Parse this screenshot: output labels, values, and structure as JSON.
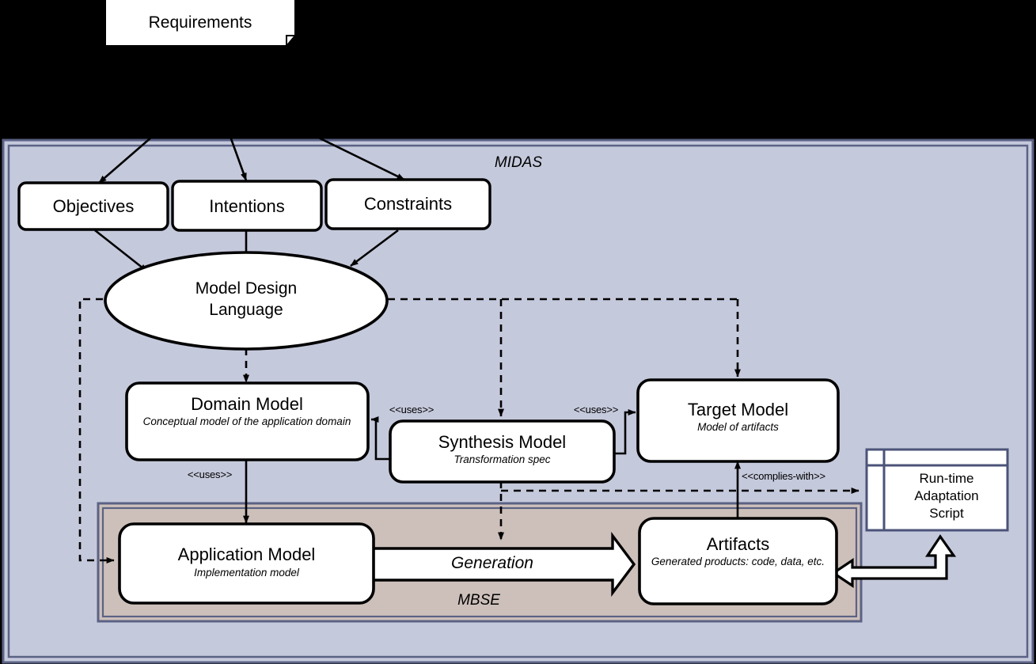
{
  "diagram": {
    "background_color": "#000000",
    "title_hidden": true,
    "note": {
      "label": "Requirements",
      "shape": "note-folded-corner",
      "fill": "#ffffff"
    },
    "panels": [
      {
        "name": "MIDAS",
        "label": "MIDAS",
        "fill": "#c5c9dc",
        "border_color": "#5b6285"
      },
      {
        "name": "MBSE",
        "label": "MBSE",
        "fill": "#cdc0ba",
        "border_color": "#5b6285"
      }
    ],
    "nodes": [
      {
        "id": "objectives",
        "title": "Objectives",
        "subtitle": ""
      },
      {
        "id": "intentions",
        "title": "Intentions",
        "subtitle": ""
      },
      {
        "id": "constraints",
        "title": "Constraints",
        "subtitle": ""
      },
      {
        "id": "mdl",
        "title": "Model Design",
        "title2": "Language",
        "shape": "ellipse"
      },
      {
        "id": "domain",
        "title": "Domain Model",
        "subtitle": "Conceptual model of the application domain"
      },
      {
        "id": "synthesis",
        "title": "Synthesis Model",
        "subtitle": "Transformation spec"
      },
      {
        "id": "target",
        "title": "Target Model",
        "subtitle": "Model of artifacts"
      },
      {
        "id": "application",
        "title": "Application Model",
        "subtitle": "Implementation model"
      },
      {
        "id": "artifacts",
        "title": "Artifacts",
        "subtitle": "Generated products: code, data, etc."
      },
      {
        "id": "script",
        "title_lines": [
          "Run-time",
          "Adaptation",
          "Script"
        ],
        "shape": "script-document"
      }
    ],
    "edge_labels": [
      {
        "id": "uses-domain-synthesis",
        "text": "<<uses>>"
      },
      {
        "id": "uses-synthesis-target",
        "text": "<<uses>>"
      },
      {
        "id": "uses-domain-application",
        "text": "<<uses>>"
      },
      {
        "id": "complies-with",
        "text": "<<complies-with>>"
      }
    ],
    "generation_arrow": {
      "label": "Generation"
    }
  }
}
